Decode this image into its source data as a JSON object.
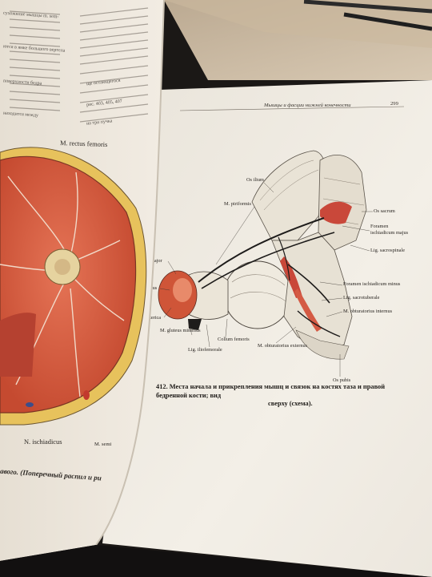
{
  "page": {
    "running_header": "Мышцы и фасции нижней конечности",
    "page_number": "299",
    "figure_caption_line1": "412. Места начала и прикрепления мышц и связок на костях таза и правой бедренной кости; вид",
    "figure_caption_line2": "сверху (схема)."
  },
  "right_figure_labels": {
    "os_ilium": "Os ilium",
    "m_piriformis": "M. piriformis",
    "os_sacrum": "Os sacrum",
    "foramen_line1": "Foramen",
    "foramen_line2": "ischiadicum majus",
    "lig_sacrospinale": "Lig. sacrospinale",
    "gluteus_major_partial": "eus major",
    "medius_partial": "medius",
    "foramen_minus": "Foramen ischiadicum minus",
    "lig_sacrotuberale": "Lig. sacrotuberale",
    "m_obturatorius_internus": "M. obturatorius internus",
    "trochanterica_partial": "hanterica",
    "m_gluteus_minimus": "M. gluteus minimus",
    "collum_femoris": "Collum femoris",
    "m_obturatorius_externus": "M. obturatorius externus",
    "lig_iliofemorale": "Lig. iliofemorale",
    "os_pubis": "Os pubis"
  },
  "left_figure_labels": {
    "m_rectus_femoris": "M. rectus femoris",
    "n_ischiadicus": "N. ischiadicus",
    "m_semitendinosus_partial": "M. semi",
    "caption_fragment": "авого. (Поперечный распил и ри"
  },
  "left_page_text_fragments": [
    "сухожилие мышцы m. sem-",
    "ются в ямке большого вертела",
    "поверхности бедра",
    "находится между",
    "ще остающегося",
    "рис. 403, 405, 407",
    "на три пучка"
  ],
  "colors": {
    "background": "#1a1714",
    "table": "#c9b8a0",
    "right_page": "#f1ede5",
    "left_page": "#ede5da",
    "muscle_red": "#d95a3e",
    "fat_yellow": "#e8c86a",
    "bone": "#ece7dc"
  }
}
